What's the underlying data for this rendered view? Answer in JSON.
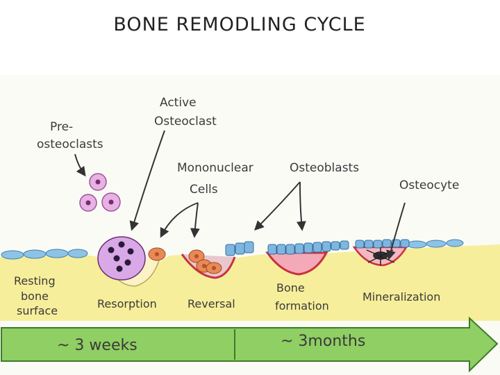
{
  "title": "BONE REMODLING CYCLE",
  "labels": {
    "pre_osteoclasts_1": "Pre-",
    "pre_osteoclasts_2": "osteoclasts",
    "active_osteoclast_1": "Active",
    "active_osteoclast_2": "Osteoclast",
    "mononuclear_1": "Mononuclear",
    "mononuclear_2": "Cells",
    "osteoblasts": "Osteoblasts",
    "osteocyte": "Osteocyte"
  },
  "stages": {
    "resting_1": "Resting",
    "resting_2": "bone",
    "resting_3": "surface",
    "resorption": "Resorption",
    "reversal": "Reversal",
    "formation_1": "Bone",
    "formation_2": "formation",
    "mineralization": "Mineralization"
  },
  "timeline": {
    "weeks": "~ 3 weeks",
    "months": "~ 3months"
  },
  "colors": {
    "bone_yellow": "#f6ee9a",
    "arrow_green": "#8fcf63",
    "lining_blue": "#8fc3e6",
    "osteoclast_purple": "#d9a8e6",
    "mono_orange": "#e88a57",
    "new_bone_pink": "#f4a9b8",
    "cavity_red": "#c8323e"
  }
}
